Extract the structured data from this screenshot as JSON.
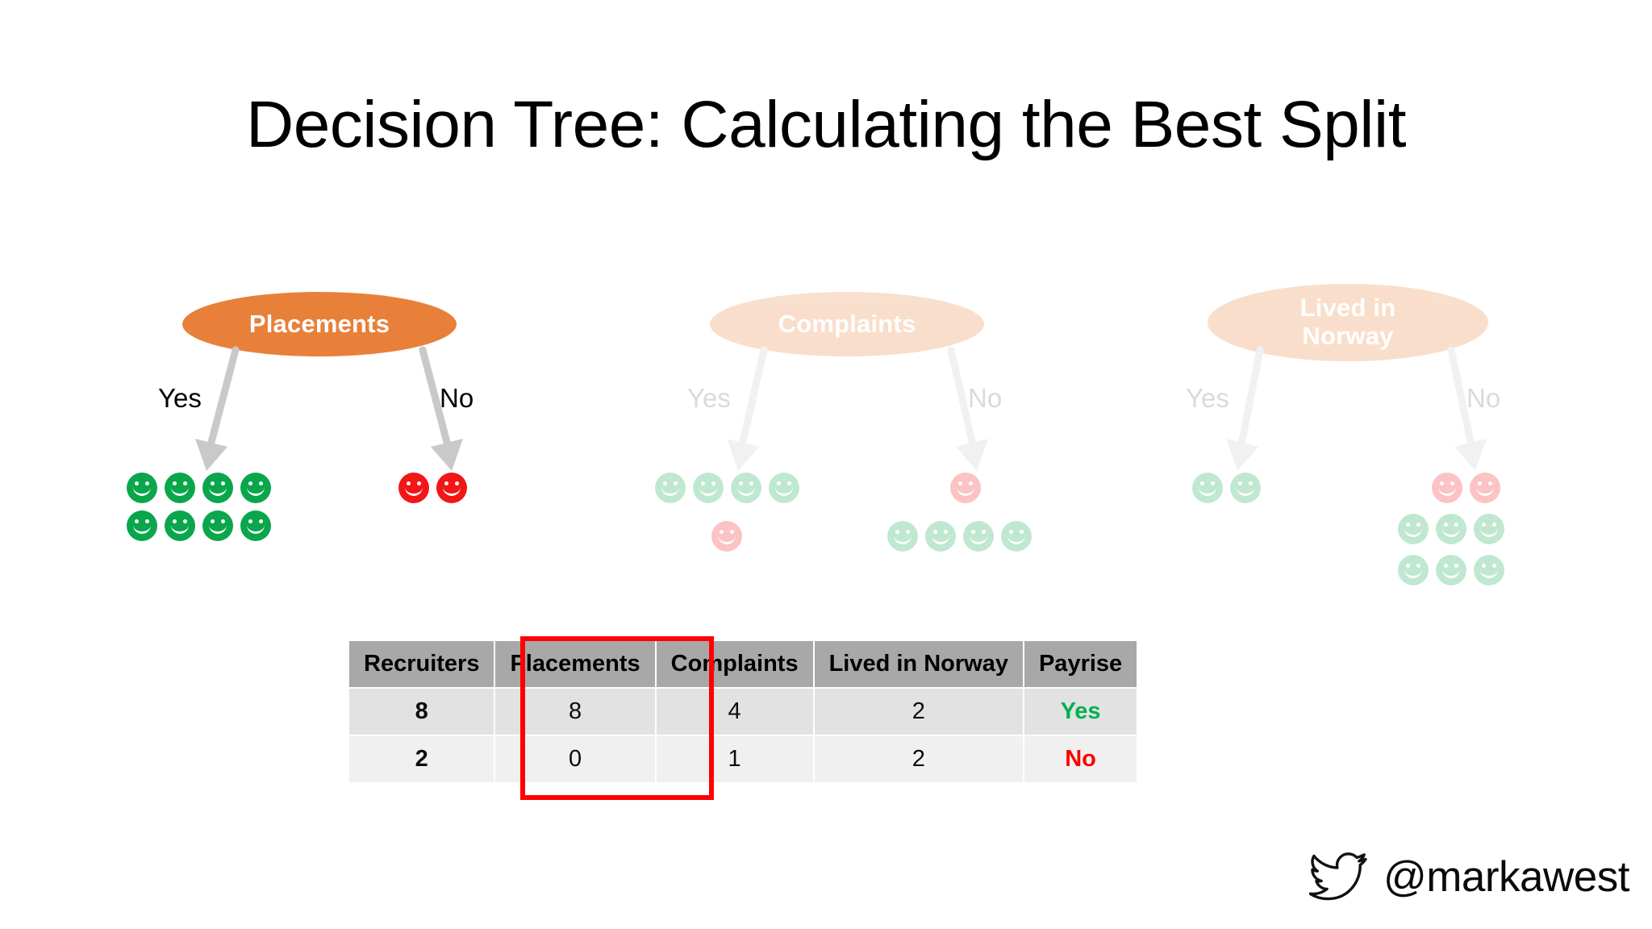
{
  "slide": {
    "title": "Decision Tree: Calculating the Best Split",
    "background_color": "#FFFFFF"
  },
  "colors": {
    "node_active": "#E8803A",
    "node_faded": "#E8803A",
    "face_green": "#0AA64C",
    "face_red": "#F21616",
    "arrow": "#C9C9C9",
    "table_header_bg": "#A8A8A8",
    "table_row_a_bg": "#E2E2E2",
    "table_row_b_bg": "#F0F0F0",
    "highlight_border": "#FF0000",
    "payrise_yes": "#00B050",
    "payrise_no": "#FF0000"
  },
  "trees": [
    {
      "id": "placements",
      "node_label": "Placements",
      "active": true,
      "branches": [
        {
          "label": "Yes",
          "label_color": "#000000",
          "rows": [
            [
              "green",
              "green",
              "green",
              "green"
            ],
            [
              "green",
              "green",
              "green",
              "green"
            ]
          ]
        },
        {
          "label": "No",
          "label_color": "#000000",
          "rows": [
            [
              "red",
              "red"
            ]
          ]
        }
      ]
    },
    {
      "id": "complaints",
      "node_label": "Complaints",
      "active": false,
      "branches": [
        {
          "label": "Yes",
          "label_color": "#808080",
          "rows": [
            [
              "green",
              "green",
              "green",
              "green"
            ],
            [
              "red"
            ]
          ]
        },
        {
          "label": "No",
          "label_color": "#808080",
          "rows": [
            [
              "red"
            ],
            [
              "green",
              "green",
              "green",
              "green"
            ]
          ]
        }
      ]
    },
    {
      "id": "lived-in-norway",
      "node_label": "Lived in Norway",
      "active": false,
      "branches": [
        {
          "label": "Yes",
          "label_color": "#808080",
          "rows": [
            [
              "green",
              "green"
            ]
          ]
        },
        {
          "label": "No",
          "label_color": "#808080",
          "rows": [
            [
              "red",
              "red"
            ],
            [
              "green",
              "green",
              "green"
            ],
            [
              "green",
              "green",
              "green"
            ]
          ]
        }
      ]
    }
  ],
  "table": {
    "headers": [
      "Recruiters",
      "Placements",
      "Complaints",
      "Lived in Norway",
      "Payrise"
    ],
    "rows": [
      {
        "recruiters": "8",
        "placements": "8",
        "complaints": "4",
        "lived_in_norway": "2",
        "payrise": "Yes"
      },
      {
        "recruiters": "2",
        "placements": "0",
        "complaints": "1",
        "lived_in_norway": "2",
        "payrise": "No"
      }
    ],
    "highlighted_column": "Placements"
  },
  "footer": {
    "handle": "@markawest",
    "icon": "twitter-bird-icon"
  }
}
